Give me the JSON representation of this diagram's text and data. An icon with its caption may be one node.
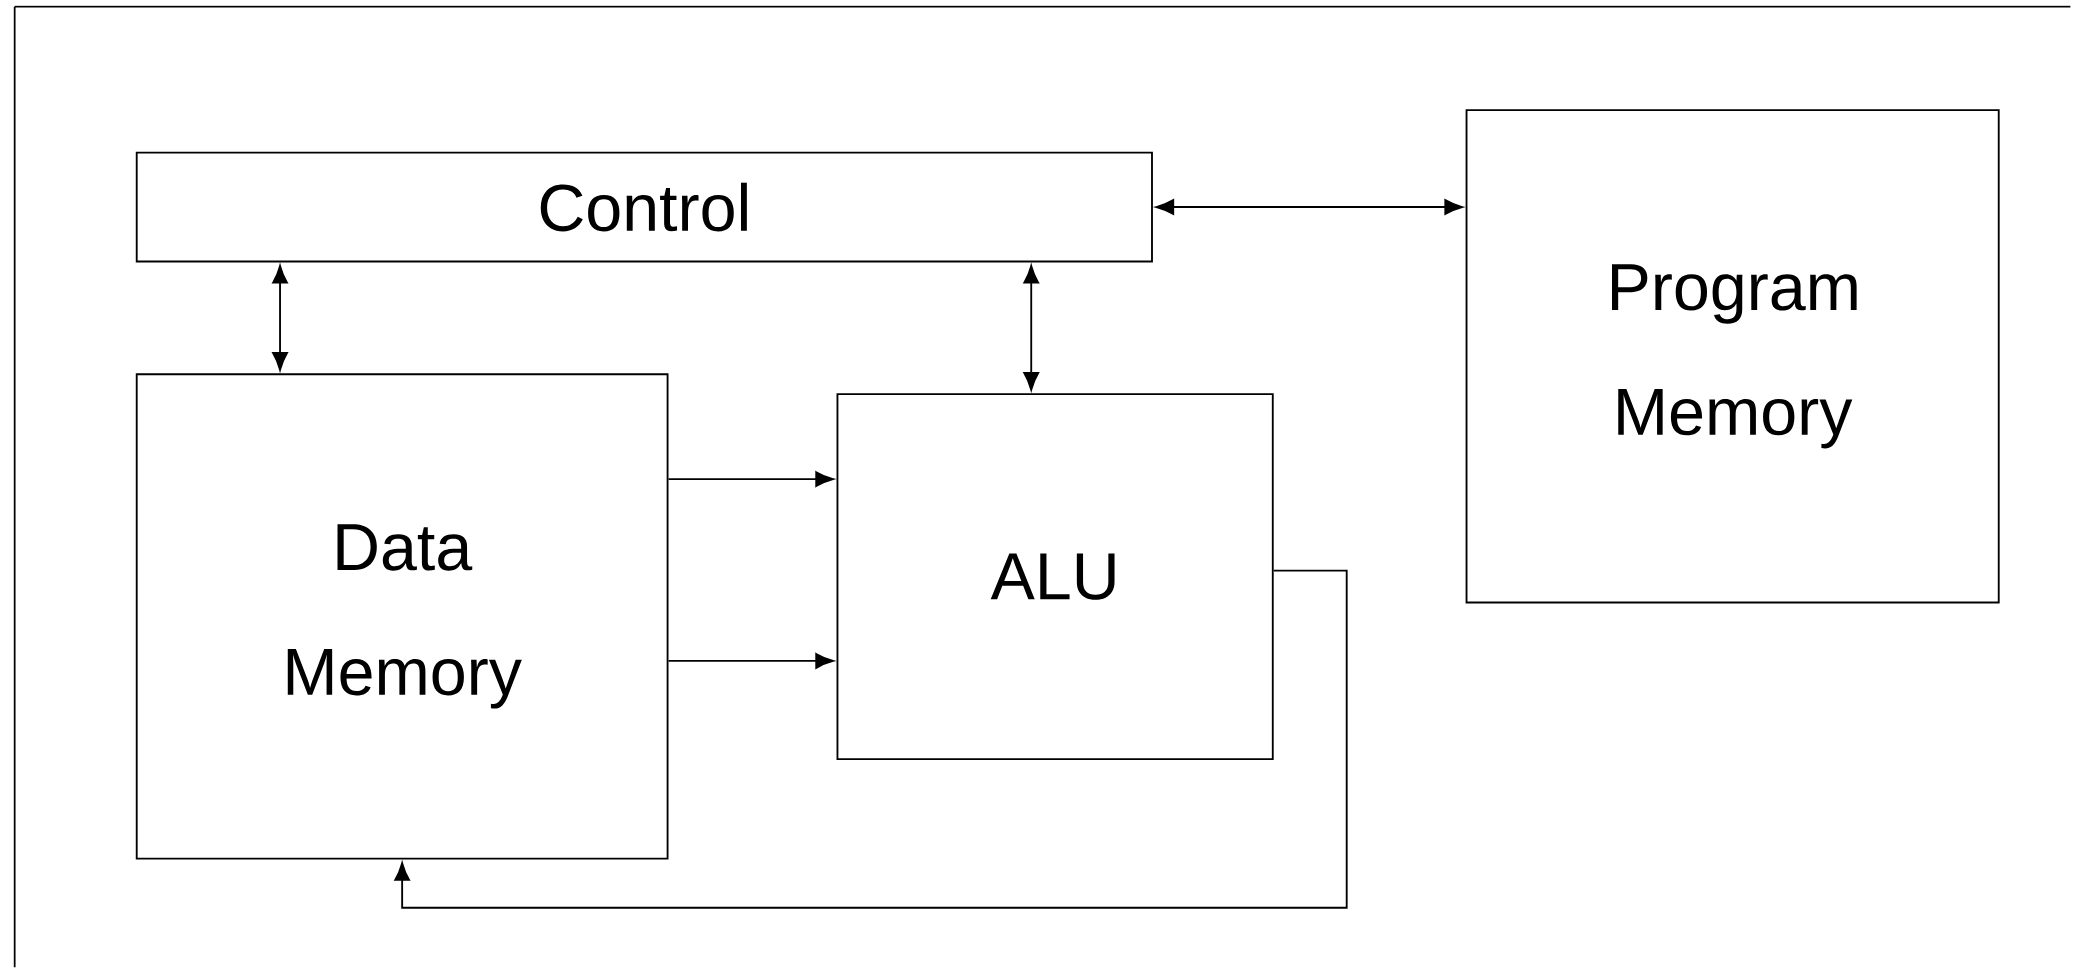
{
  "diagram": {
    "nodes": [
      {
        "text": [
          "Control"
        ]
      },
      {
        "text": [
          "Program Memory"
        ]
      },
      {
        "text": [
          "Data Memory"
        ]
      },
      {
        "text": [
          "ALU"
        ]
      }
    ],
    "edges": [
      {
        "from": 0,
        "to": 1,
        "arrow": "both"
      },
      {
        "from": 0,
        "to": 2,
        "arrow": "both"
      },
      {
        "from": 0,
        "to": 3,
        "arrow": "both"
      },
      {
        "from": 2,
        "to": 3,
        "arrow": "to"
      },
      {
        "from": 2,
        "to": 3,
        "arrow": "to"
      },
      {
        "from": 3,
        "to": 2,
        "arrow": "to"
      }
    ]
  }
}
